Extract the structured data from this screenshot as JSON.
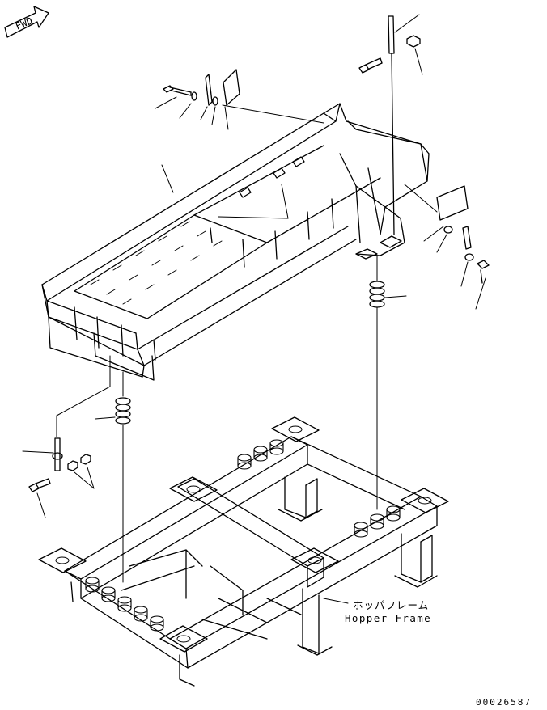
{
  "fwd_label": "FWD",
  "hopper_frame": {
    "label_jp": "ホッパフレーム",
    "label_en": "Hopper Frame"
  },
  "drawing_code": "00026587"
}
